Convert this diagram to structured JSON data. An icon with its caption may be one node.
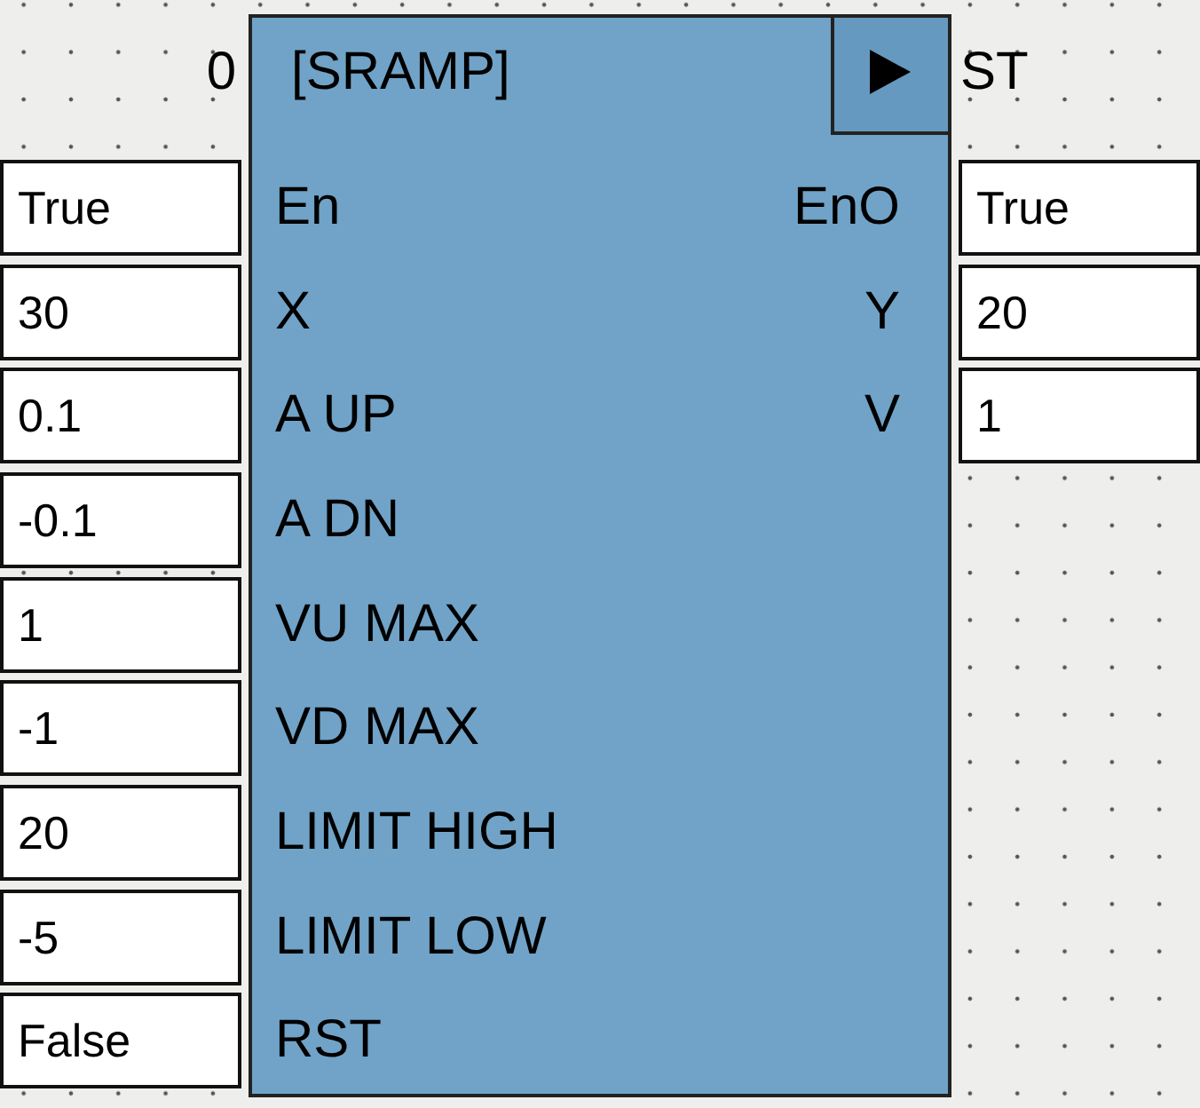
{
  "diagram": {
    "nodes": [
      {
        "text": [
          "[SRAMP]"
        ],
        "beside": [
          "0",
          "ST"
        ]
      },
      {
        "text": [
          "True"
        ]
      },
      {
        "text": [
          "True"
        ]
      },
      {
        "text": [
          "30"
        ]
      },
      {
        "text": [
          "20"
        ]
      },
      {
        "text": [
          "0.1"
        ]
      },
      {
        "text": [
          "1"
        ]
      },
      {
        "text": [
          "-0.1"
        ]
      },
      {
        "text": [
          "1"
        ]
      },
      {
        "text": [
          "-1"
        ]
      },
      {
        "text": [
          "20"
        ]
      },
      {
        "text": [
          "-5"
        ]
      },
      {
        "text": [
          "False"
        ]
      }
    ],
    "labels": [
      "En",
      "EnO",
      "X",
      "Y",
      "A UP",
      "V",
      "A DN",
      "VU MAX",
      "VD MAX",
      "LIMIT HIGH",
      "LIMIT LOW",
      "RST"
    ]
  }
}
